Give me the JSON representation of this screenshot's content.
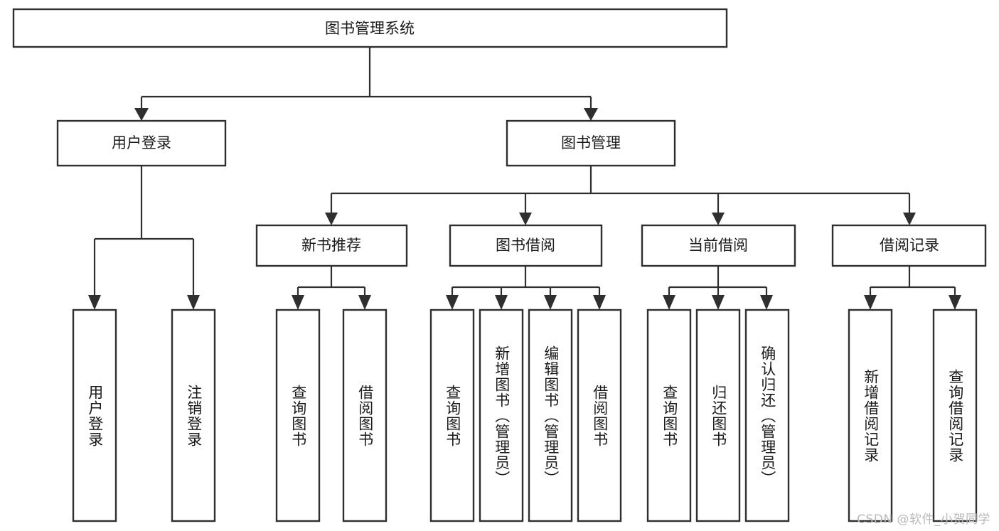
{
  "diagram": {
    "type": "hierarchy-tree",
    "title": "图书管理系统",
    "orientation": "top-down",
    "levels": 4,
    "root": {
      "id": "root",
      "label": "图书管理系统"
    },
    "level2": [
      {
        "id": "user-login",
        "label": "用户登录"
      },
      {
        "id": "book-management",
        "label": "图书管理"
      }
    ],
    "level3": [
      {
        "id": "new-book-recommend",
        "label": "新书推荐",
        "parent": "book-management"
      },
      {
        "id": "book-borrow",
        "label": "图书借阅",
        "parent": "book-management"
      },
      {
        "id": "current-borrow",
        "label": "当前借阅",
        "parent": "book-management"
      },
      {
        "id": "borrow-record",
        "label": "借阅记录",
        "parent": "book-management"
      }
    ],
    "leaves": [
      {
        "id": "leaf-user-login",
        "label": "用户登录",
        "parent": "user-login"
      },
      {
        "id": "leaf-logout-login",
        "label": "注销登录",
        "parent": "user-login"
      },
      {
        "id": "leaf-query-book-1",
        "label": "查询图书",
        "parent": "new-book-recommend"
      },
      {
        "id": "leaf-borrow-book-1",
        "label": "借阅图书",
        "parent": "new-book-recommend"
      },
      {
        "id": "leaf-query-book-2",
        "label": "查询图书",
        "parent": "book-borrow"
      },
      {
        "id": "leaf-add-book",
        "label": "新增图书（管理员）",
        "parent": "book-borrow"
      },
      {
        "id": "leaf-edit-book",
        "label": "编辑图书（管理员）",
        "parent": "book-borrow"
      },
      {
        "id": "leaf-borrow-book-2",
        "label": "借阅图书",
        "parent": "book-borrow"
      },
      {
        "id": "leaf-query-book-3",
        "label": "查询图书",
        "parent": "current-borrow"
      },
      {
        "id": "leaf-return-book",
        "label": "归还图书",
        "parent": "current-borrow"
      },
      {
        "id": "leaf-confirm-return",
        "label": "确认归还（管理员）",
        "parent": "current-borrow"
      },
      {
        "id": "leaf-add-record",
        "label": "新增借阅记录",
        "parent": "borrow-record"
      },
      {
        "id": "leaf-query-record",
        "label": "查询借阅记录",
        "parent": "borrow-record"
      }
    ],
    "colors": {
      "background": "#ffffff",
      "box_fill": "#ffffff",
      "box_stroke": "#2f2f2f",
      "text": "#1a1a1a",
      "watermark": "#b9b9b9"
    }
  },
  "watermark": {
    "text": "CSDN @软件_小贺同学"
  }
}
